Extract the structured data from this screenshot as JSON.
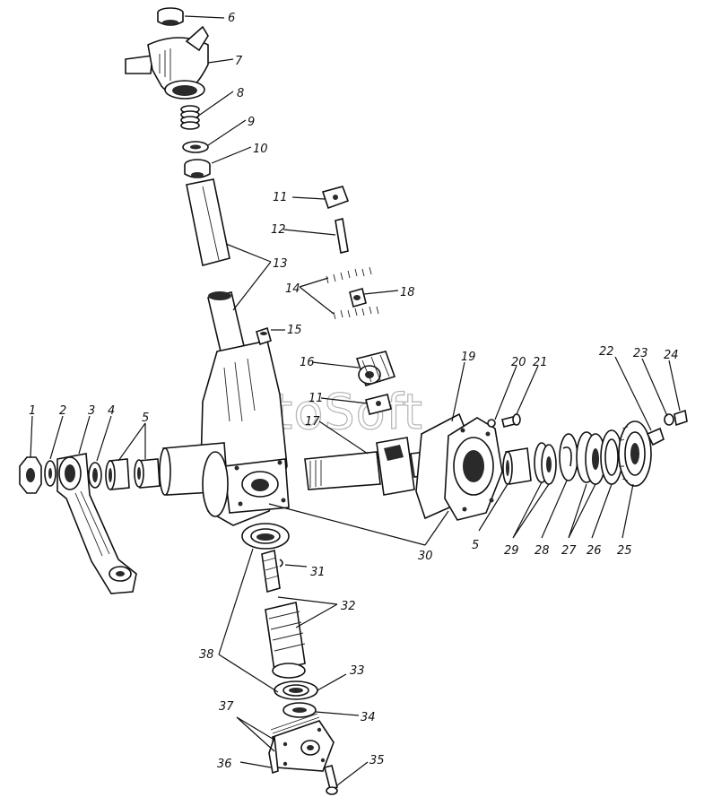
{
  "watermark": "AutoSoft",
  "callouts": [
    {
      "id": "c1",
      "text": "1"
    },
    {
      "id": "c2",
      "text": "2"
    },
    {
      "id": "c3",
      "text": "3"
    },
    {
      "id": "c4",
      "text": "4"
    },
    {
      "id": "c5a",
      "text": "5"
    },
    {
      "id": "c5b",
      "text": "5"
    },
    {
      "id": "c6",
      "text": "6"
    },
    {
      "id": "c7",
      "text": "7"
    },
    {
      "id": "c8",
      "text": "8"
    },
    {
      "id": "c9",
      "text": "9"
    },
    {
      "id": "c10",
      "text": "10"
    },
    {
      "id": "c11a",
      "text": "11"
    },
    {
      "id": "c11b",
      "text": "11"
    },
    {
      "id": "c12",
      "text": "12"
    },
    {
      "id": "c13",
      "text": "13"
    },
    {
      "id": "c14",
      "text": "14"
    },
    {
      "id": "c15",
      "text": "15"
    },
    {
      "id": "c16",
      "text": "16"
    },
    {
      "id": "c17",
      "text": "17"
    },
    {
      "id": "c18",
      "text": "18"
    },
    {
      "id": "c19",
      "text": "19"
    },
    {
      "id": "c20",
      "text": "20"
    },
    {
      "id": "c21",
      "text": "21"
    },
    {
      "id": "c22",
      "text": "22"
    },
    {
      "id": "c23",
      "text": "23"
    },
    {
      "id": "c24",
      "text": "24"
    },
    {
      "id": "c25",
      "text": "25"
    },
    {
      "id": "c26",
      "text": "26"
    },
    {
      "id": "c27",
      "text": "27"
    },
    {
      "id": "c28",
      "text": "28"
    },
    {
      "id": "c29",
      "text": "29"
    },
    {
      "id": "c30",
      "text": "30"
    },
    {
      "id": "c31",
      "text": "31"
    },
    {
      "id": "c32",
      "text": "32"
    },
    {
      "id": "c33",
      "text": "33"
    },
    {
      "id": "c34",
      "text": "34"
    },
    {
      "id": "c35",
      "text": "35"
    },
    {
      "id": "c36",
      "text": "36"
    },
    {
      "id": "c37",
      "text": "37"
    },
    {
      "id": "c38",
      "text": "38"
    }
  ]
}
